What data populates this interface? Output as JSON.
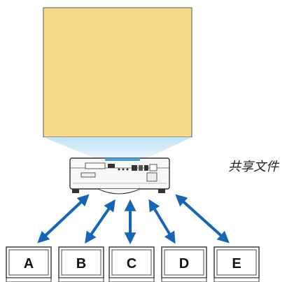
{
  "caption": "共享文件",
  "screen_color": "#f9d98b",
  "beam_color": "#cfe9f8",
  "arrow_color": "#1565b8",
  "monitors": [
    {
      "label": "A"
    },
    {
      "label": "B"
    },
    {
      "label": "C"
    },
    {
      "label": "D"
    },
    {
      "label": "E"
    }
  ]
}
